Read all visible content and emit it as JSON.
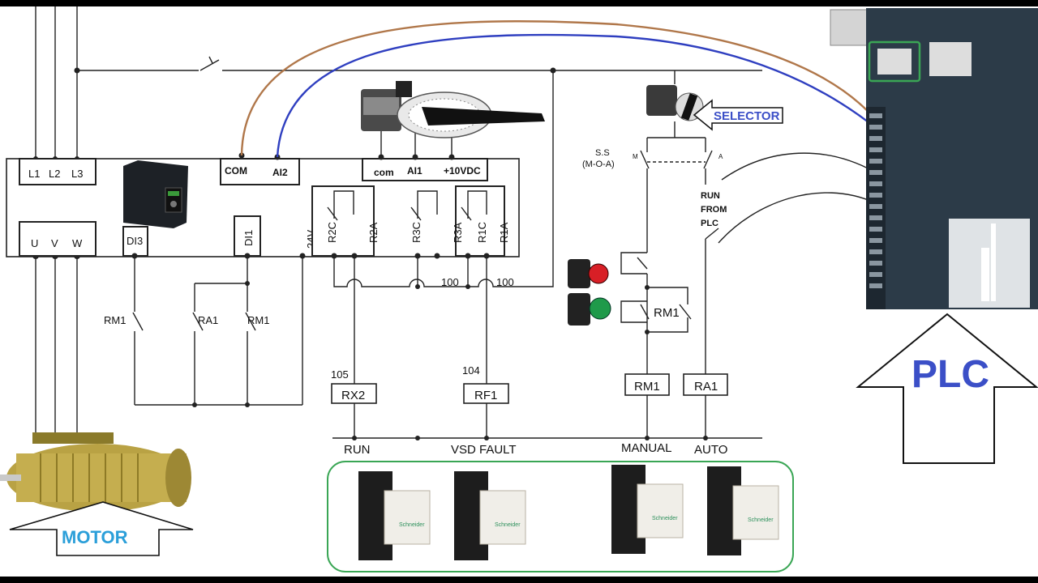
{
  "vsd": {
    "supply_terminals": [
      "L1",
      "L2",
      "L3"
    ],
    "motor_terminals": [
      "U",
      "V",
      "W"
    ],
    "analog_common": "COM",
    "analog_input_2": "AI2",
    "pot_common": "com",
    "analog_input_1": "AI1",
    "pot_supply": "+10VDC",
    "digital_input_3": "DI3",
    "digital_input_1": "DI1",
    "supply_24v": "24V",
    "relay_terminals": [
      "R2C",
      "R2A",
      "R3C",
      "R3A",
      "R1C",
      "R1A"
    ]
  },
  "contacts": {
    "rm1_a": "RM1",
    "ra1": "RA1",
    "rm1_b": "RM1",
    "rm1_seal": "RM1"
  },
  "wire_numbers": {
    "w100_a": "100",
    "w100_b": "100",
    "w105": "105",
    "w104": "104"
  },
  "coils": {
    "rx2": "RX2",
    "rf1": "RF1",
    "rm1": "RM1",
    "ra1": "RA1"
  },
  "bus_labels": {
    "run": "RUN",
    "vsd_fault": "VSD FAULT",
    "manual": "MANUAL",
    "auto": "AUTO"
  },
  "selector": {
    "callout": "SELECTOR",
    "ss_label": "S.S",
    "ss_modes": "(M-O-A)",
    "pos_manual": "M",
    "pos_auto": "A",
    "run_from_plc": [
      "RUN",
      "FROM",
      "PLC"
    ]
  },
  "callouts": {
    "motor": "MOTOR",
    "plc": "PLC"
  },
  "colors": {
    "brown_wire": "#b0774a",
    "blue_wire": "#2f3fc0",
    "accent_blue": "#3b73c8",
    "plc_text": "#3b4fc7",
    "motor_text": "#2b9fd9",
    "relay_box": "#3aa655",
    "green_button": "#1f9a4a",
    "red_button": "#d81f26"
  }
}
